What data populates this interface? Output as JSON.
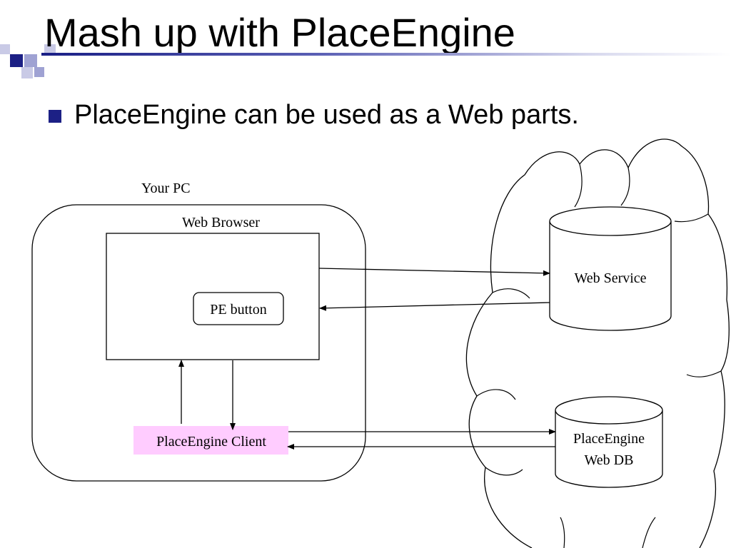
{
  "slide": {
    "title": "Mash up with PlaceEngine",
    "bullets": [
      "PlaceEngine can be used as a Web parts."
    ]
  },
  "diagram": {
    "your_pc_label": "Your PC",
    "web_browser_label": "Web Browser",
    "pe_button_label": "PE button",
    "client_label": "PlaceEngine Client",
    "web_service_label": "Web Service",
    "db_label_line1": "PlaceEngine",
    "db_label_line2": "Web DB"
  },
  "colors": {
    "accent": "#1c2085",
    "client_fill": "#ffccff"
  }
}
